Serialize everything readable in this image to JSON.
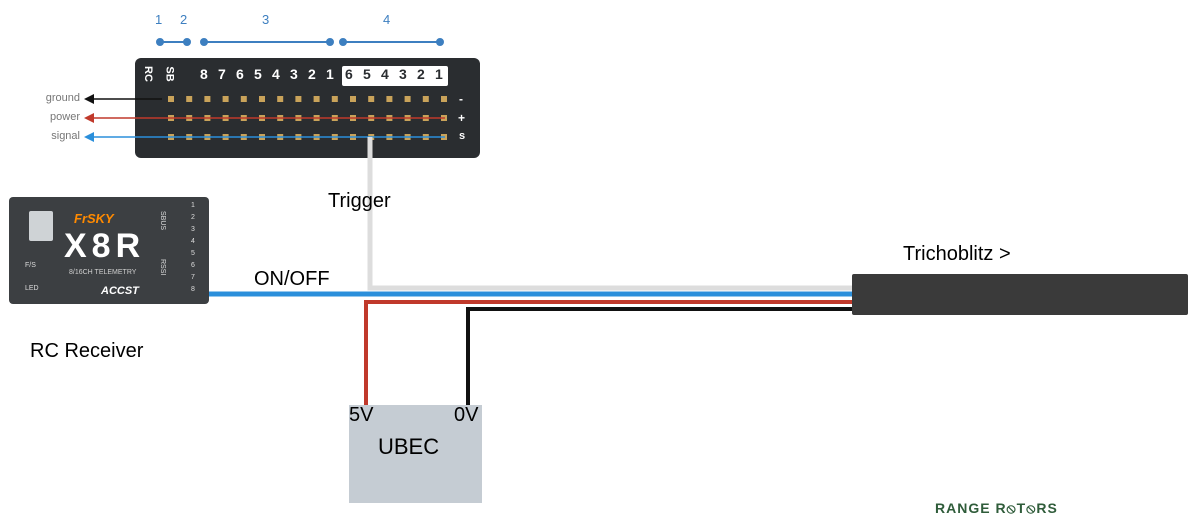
{
  "receiver": {
    "label": "RC Receiver",
    "brand": "FrSKY",
    "model": "X8R",
    "subtitle": "8/16CH TELEMETRY",
    "protocol": "ACCST",
    "sbus_label": "SBUS",
    "rssi_label": "RSSI",
    "fs_label": "F/S",
    "led_label": "LED",
    "channels": [
      "1",
      "2",
      "3",
      "4",
      "5",
      "6",
      "7",
      "8"
    ]
  },
  "header": {
    "groups": [
      "1",
      "2",
      "3",
      "4"
    ],
    "row_labels": [
      "RC",
      "SB"
    ],
    "port_numbers_a": [
      "8",
      "7",
      "6",
      "5",
      "4",
      "3",
      "2",
      "1"
    ],
    "port_numbers_b": [
      "6",
      "5",
      "4",
      "3",
      "2",
      "1"
    ],
    "wire_labels": [
      "ground",
      "power",
      "signal"
    ],
    "pin_symbols": [
      "-",
      "+",
      "s"
    ]
  },
  "labels": {
    "trigger": "Trigger",
    "on_off": "ON/OFF",
    "trichoblitz": "Trichoblitz  >",
    "ubec": "UBEC",
    "v5": "5V",
    "v0": "0V"
  },
  "logo": {
    "text": "RANGE R⦸T⦸RS"
  },
  "colors": {
    "signal_blue": "#2b8fdb",
    "power_red": "#c0392b",
    "ground_black": "#111111",
    "trigger_gray": "#dddddd",
    "group_blue": "#3d7fc0",
    "ubec_fill": "#c5ccd3",
    "trichoblitz_fill": "#3a3a3a"
  }
}
